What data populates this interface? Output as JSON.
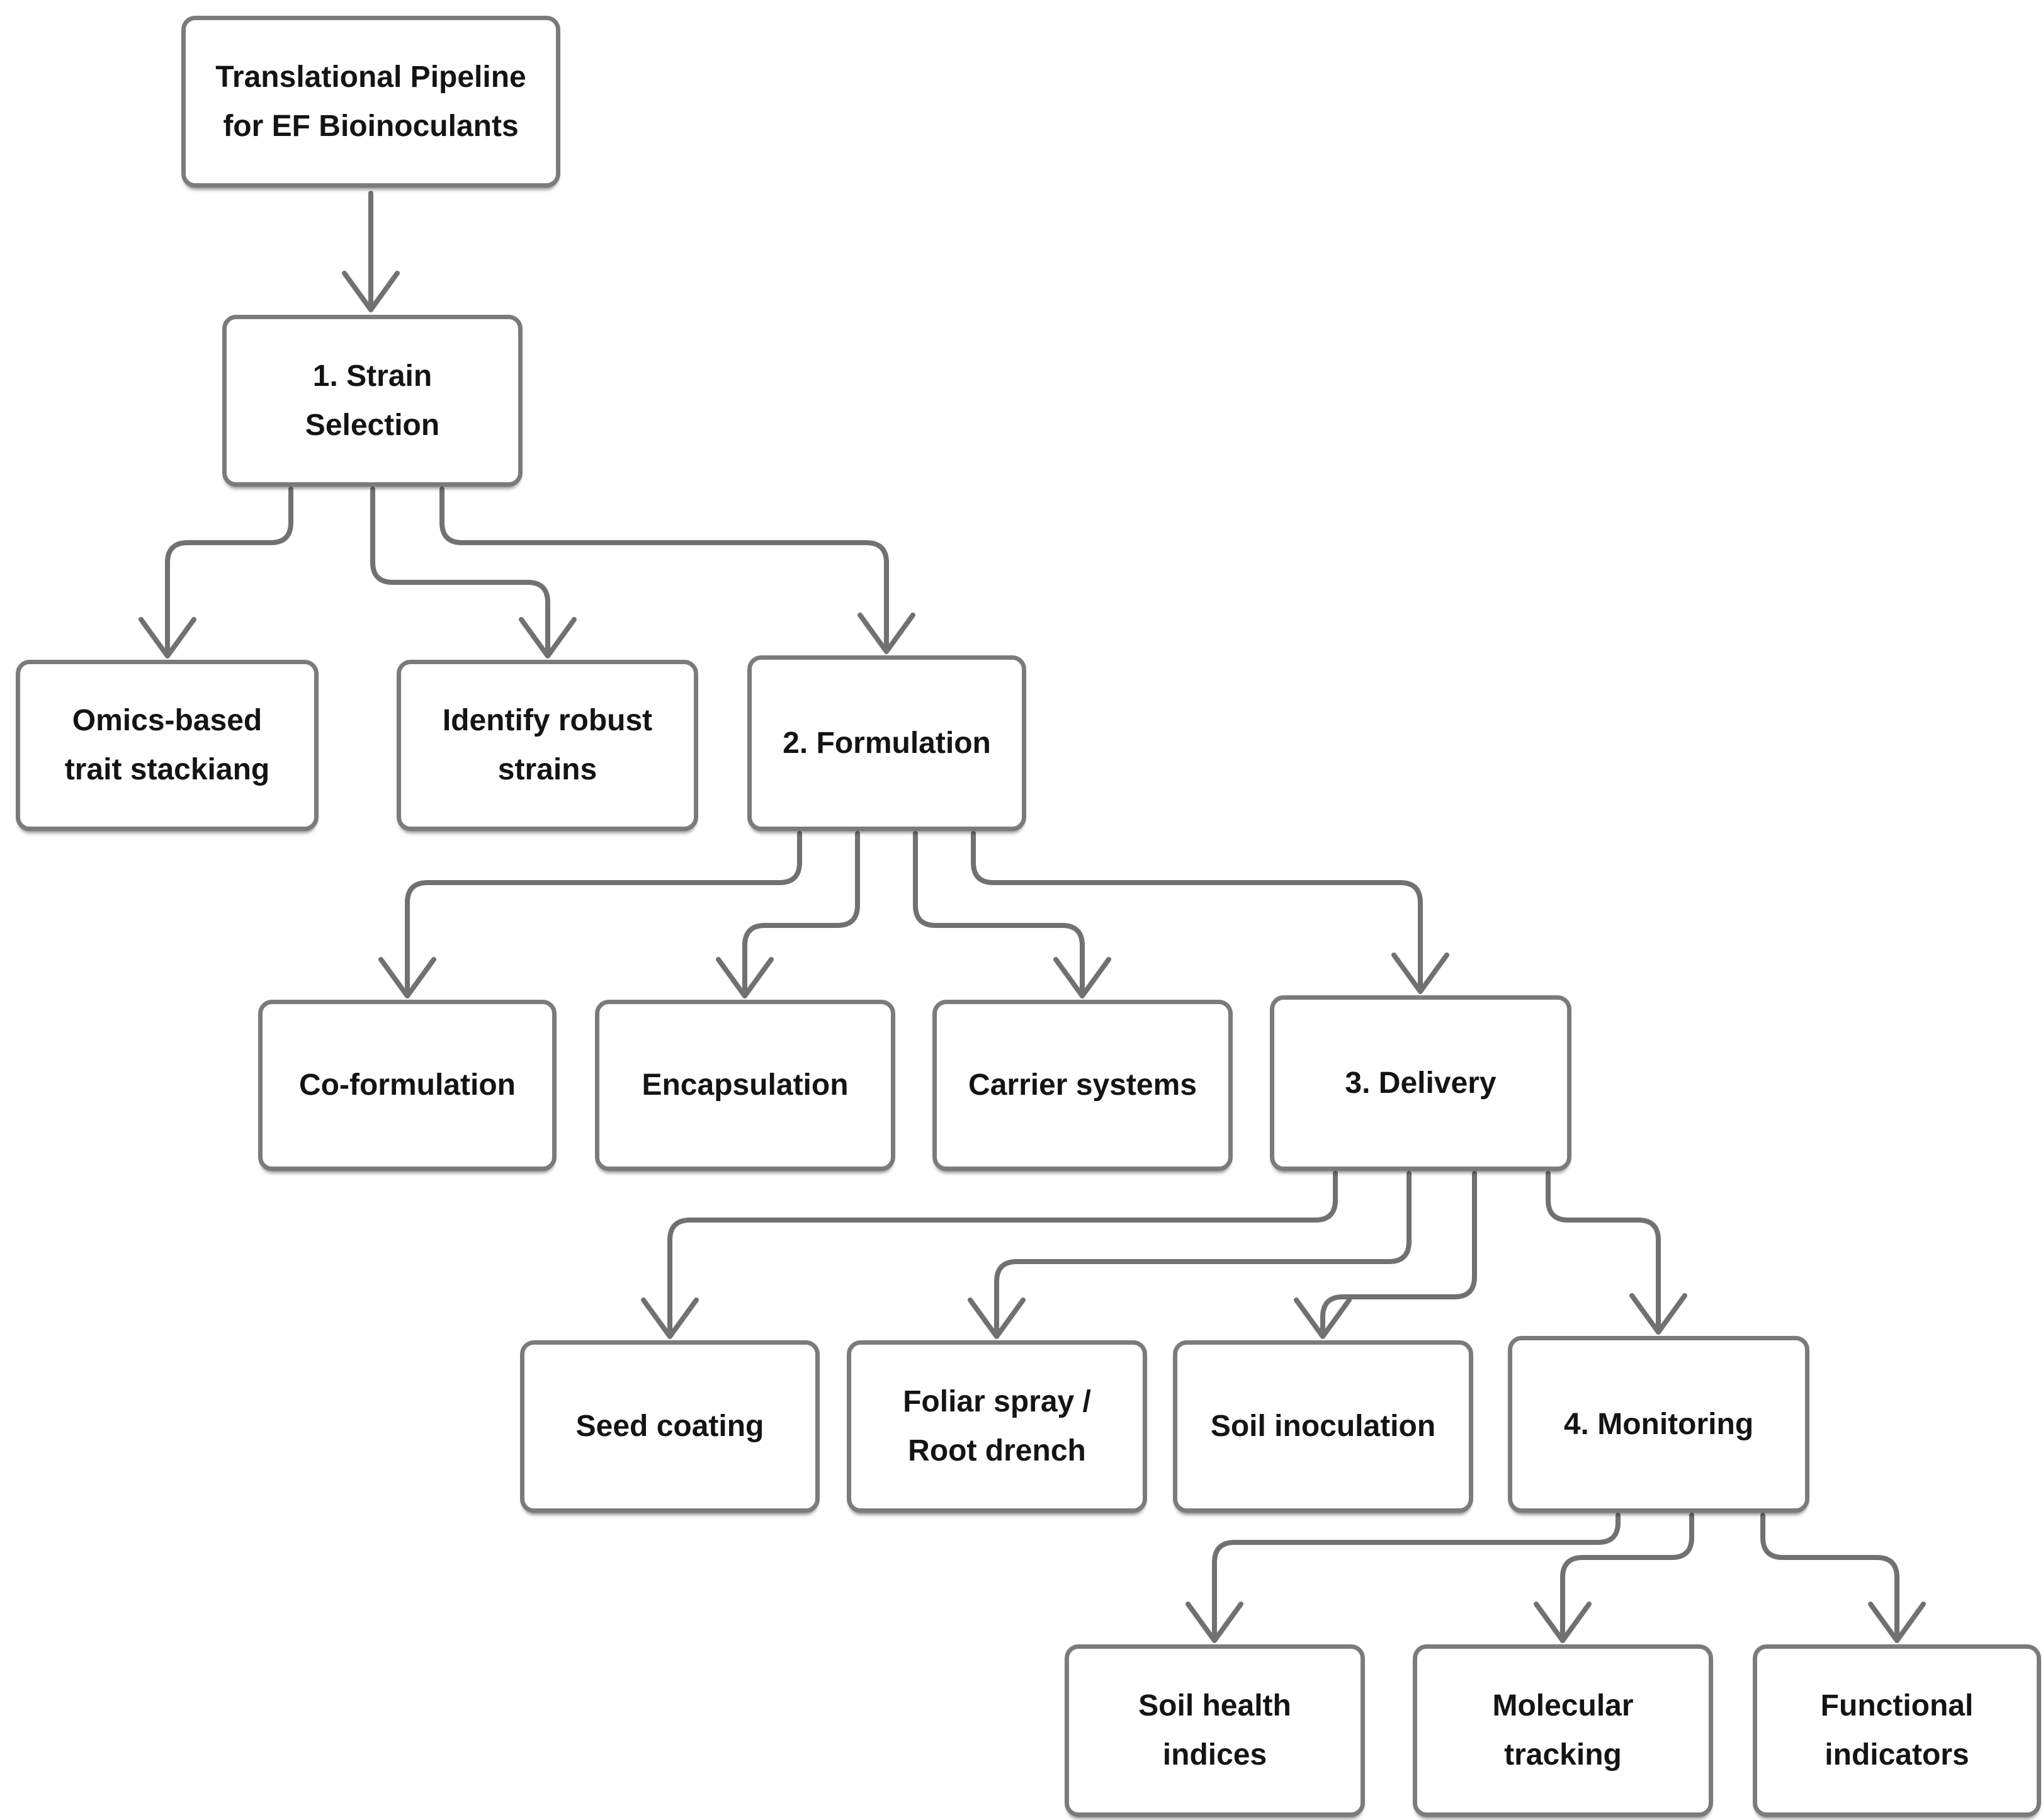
{
  "diagram": {
    "title": "Translational Pipeline for EF Bioinoculants",
    "type": "flowchart"
  },
  "colors": {
    "box-border": "#7b7b7b",
    "connector": "#717171",
    "text": "#141414",
    "background": "#ffffff"
  },
  "nodes": [
    {
      "id": "pipeline",
      "label": "Translational Pipeline\nfor EF Bioinoculants"
    },
    {
      "id": "strain-selection",
      "label": "1. Strain\nSelection"
    },
    {
      "id": "omics-trait-stacking",
      "label": "Omics-based\ntrait stackiang"
    },
    {
      "id": "identify-robust-strains",
      "label": "Identify robust\nstrains"
    },
    {
      "id": "formulation",
      "label": "2. Formulation"
    },
    {
      "id": "co-formulation",
      "label": "Co-formulation"
    },
    {
      "id": "encapsulation",
      "label": "Encapsulation"
    },
    {
      "id": "carrier-systems",
      "label": "Carrier systems"
    },
    {
      "id": "delivery",
      "label": "3. Delivery"
    },
    {
      "id": "seed-coating",
      "label": "Seed coating"
    },
    {
      "id": "foliar-spray-root-drench",
      "label": "Foliar spray /\nRoot drench"
    },
    {
      "id": "soil-inoculation",
      "label": "Soil inoculation"
    },
    {
      "id": "monitoring",
      "label": "4. Monitoring"
    },
    {
      "id": "soil-health-indices",
      "label": "Soil health\nindices"
    },
    {
      "id": "molecular-tracking",
      "label": "Molecular\ntracking"
    },
    {
      "id": "functional-indicators",
      "label": "Functional\nindicators"
    }
  ],
  "edges": [
    {
      "from": "pipeline",
      "to": "strain-selection"
    },
    {
      "from": "strain-selection",
      "to": "omics-trait-stacking"
    },
    {
      "from": "strain-selection",
      "to": "identify-robust-strains"
    },
    {
      "from": "strain-selection",
      "to": "formulation"
    },
    {
      "from": "formulation",
      "to": "co-formulation"
    },
    {
      "from": "formulation",
      "to": "encapsulation"
    },
    {
      "from": "formulation",
      "to": "carrier-systems"
    },
    {
      "from": "formulation",
      "to": "delivery"
    },
    {
      "from": "delivery",
      "to": "seed-coating"
    },
    {
      "from": "delivery",
      "to": "foliar-spray-root-drench"
    },
    {
      "from": "delivery",
      "to": "soil-inoculation"
    },
    {
      "from": "delivery",
      "to": "monitoring"
    },
    {
      "from": "monitoring",
      "to": "soil-health-indices"
    },
    {
      "from": "monitoring",
      "to": "molecular-tracking"
    },
    {
      "from": "monitoring",
      "to": "functional-indicators"
    }
  ]
}
